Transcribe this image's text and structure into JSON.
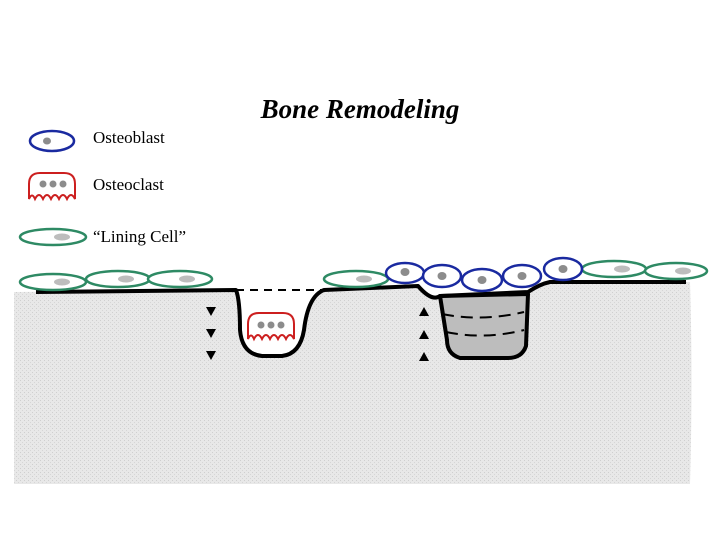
{
  "title": "Bone Remodeling",
  "legend": {
    "osteoblast": "Osteoblast",
    "osteoclast": "Osteoclast",
    "lining_cell": "“Lining Cell”"
  },
  "colors": {
    "osteoblast_outline": "#1a2aa0",
    "osteoclast_outline": "#cc1f1f",
    "lining_outline": "#2e8a64",
    "nucleus": "#8c8c8c",
    "bone_fill": "#e6e6e6",
    "new_bone_fill": "#bdbdbd"
  },
  "icons": {
    "resorption_arrows": "down-triangle-icon",
    "formation_arrows": "up-triangle-icon"
  }
}
